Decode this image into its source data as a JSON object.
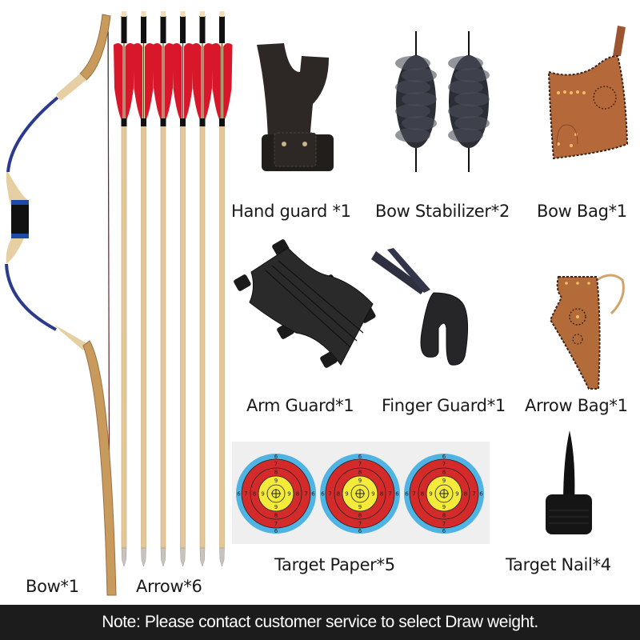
{
  "items": [
    {
      "id": "bow",
      "label": "Bow*1"
    },
    {
      "id": "arrow",
      "label": "Arrow*6"
    },
    {
      "id": "hand-guard",
      "label": "Hand guard *1"
    },
    {
      "id": "bow-stabilizer",
      "label": "Bow Stabilizer*2"
    },
    {
      "id": "bow-bag",
      "label": "Bow Bag*1"
    },
    {
      "id": "arm-guard",
      "label": "Arm Guard*1"
    },
    {
      "id": "finger-guard",
      "label": "Finger Guard*1"
    },
    {
      "id": "arrow-bag",
      "label": "Arrow Bag*1"
    },
    {
      "id": "target-paper",
      "label": "Target Paper*5"
    },
    {
      "id": "target-nail",
      "label": "Target Nail*4"
    }
  ],
  "arrows": {
    "count": 6
  },
  "stabilizers": {
    "count": 2
  },
  "target_paper": {
    "faces": 3,
    "ring_numbers": [
      "6",
      "7",
      "8",
      "9"
    ],
    "colors": {
      "blue": "#4fb3e3",
      "red": "#d42a2a",
      "yellow": "#f3ea3a"
    }
  },
  "note": "Note: Please contact customer service to select Draw weight.",
  "colors": {
    "note_bar_bg": "#1c1c1c",
    "fletching_red": "#d8182a",
    "bow_blue": "#2b3a8c",
    "wood": "#e3c79a",
    "leather_brown": "#b5683a"
  }
}
